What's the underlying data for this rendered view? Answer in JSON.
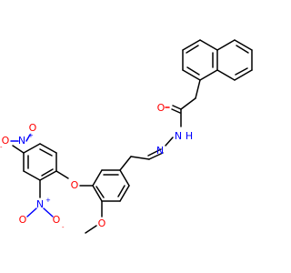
{
  "molecule": {
    "atoms": {
      "o_carbonyl": "O",
      "n_amide": "N",
      "h_amide": "H",
      "n_imine": "N",
      "o_ether": "O",
      "o_methoxy": "O",
      "n_nitro_para": "N",
      "o_nitro_para_minus": "O",
      "o_nitro_para_double": "O",
      "n_nitro_ortho": "N",
      "o_nitro_ortho_double": "O",
      "o_nitro_ortho_minus": "O"
    },
    "charges": {
      "plus": "+",
      "minus": "-"
    },
    "colors": {
      "bond": "#000000",
      "oxygen": "#ff0000",
      "nitrogen": "#0000ff"
    }
  }
}
